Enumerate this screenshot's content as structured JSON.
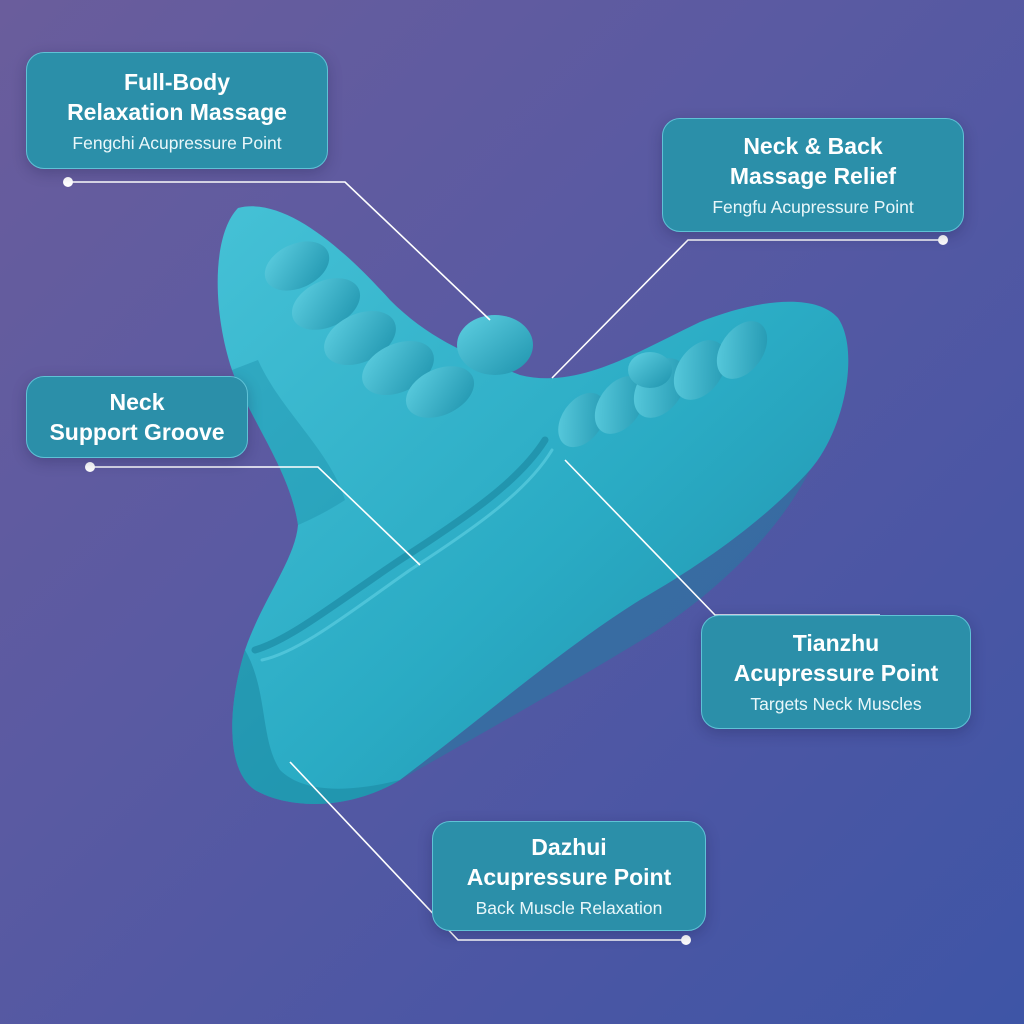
{
  "colors": {
    "background_top": "#6a5d9c",
    "background_bottom": "#3e55a6",
    "callout_fill": "#2b8fa9",
    "callout_border": "#5fc2d6",
    "product": "#2bb0c9",
    "leader_line": "#ffffff"
  },
  "callouts": [
    {
      "id": "fengchi",
      "title_lines": [
        "Full-Body",
        "Relaxation Massage"
      ],
      "subtitle": "Fengchi Acupressure Point"
    },
    {
      "id": "fengfu",
      "title_lines": [
        "Neck & Back",
        "Massage Relief"
      ],
      "subtitle": "Fengfu Acupressure Point"
    },
    {
      "id": "groove",
      "title_lines": [
        "Neck",
        "Support Groove"
      ],
      "subtitle": ""
    },
    {
      "id": "tianzhu",
      "title_lines": [
        "Tianzhu",
        "Acupressure Point"
      ],
      "subtitle": "Targets Neck Muscles"
    },
    {
      "id": "dazhui",
      "title_lines": [
        "Dazhui",
        "Acupressure Point"
      ],
      "subtitle": "Back Muscle Relaxation"
    }
  ]
}
